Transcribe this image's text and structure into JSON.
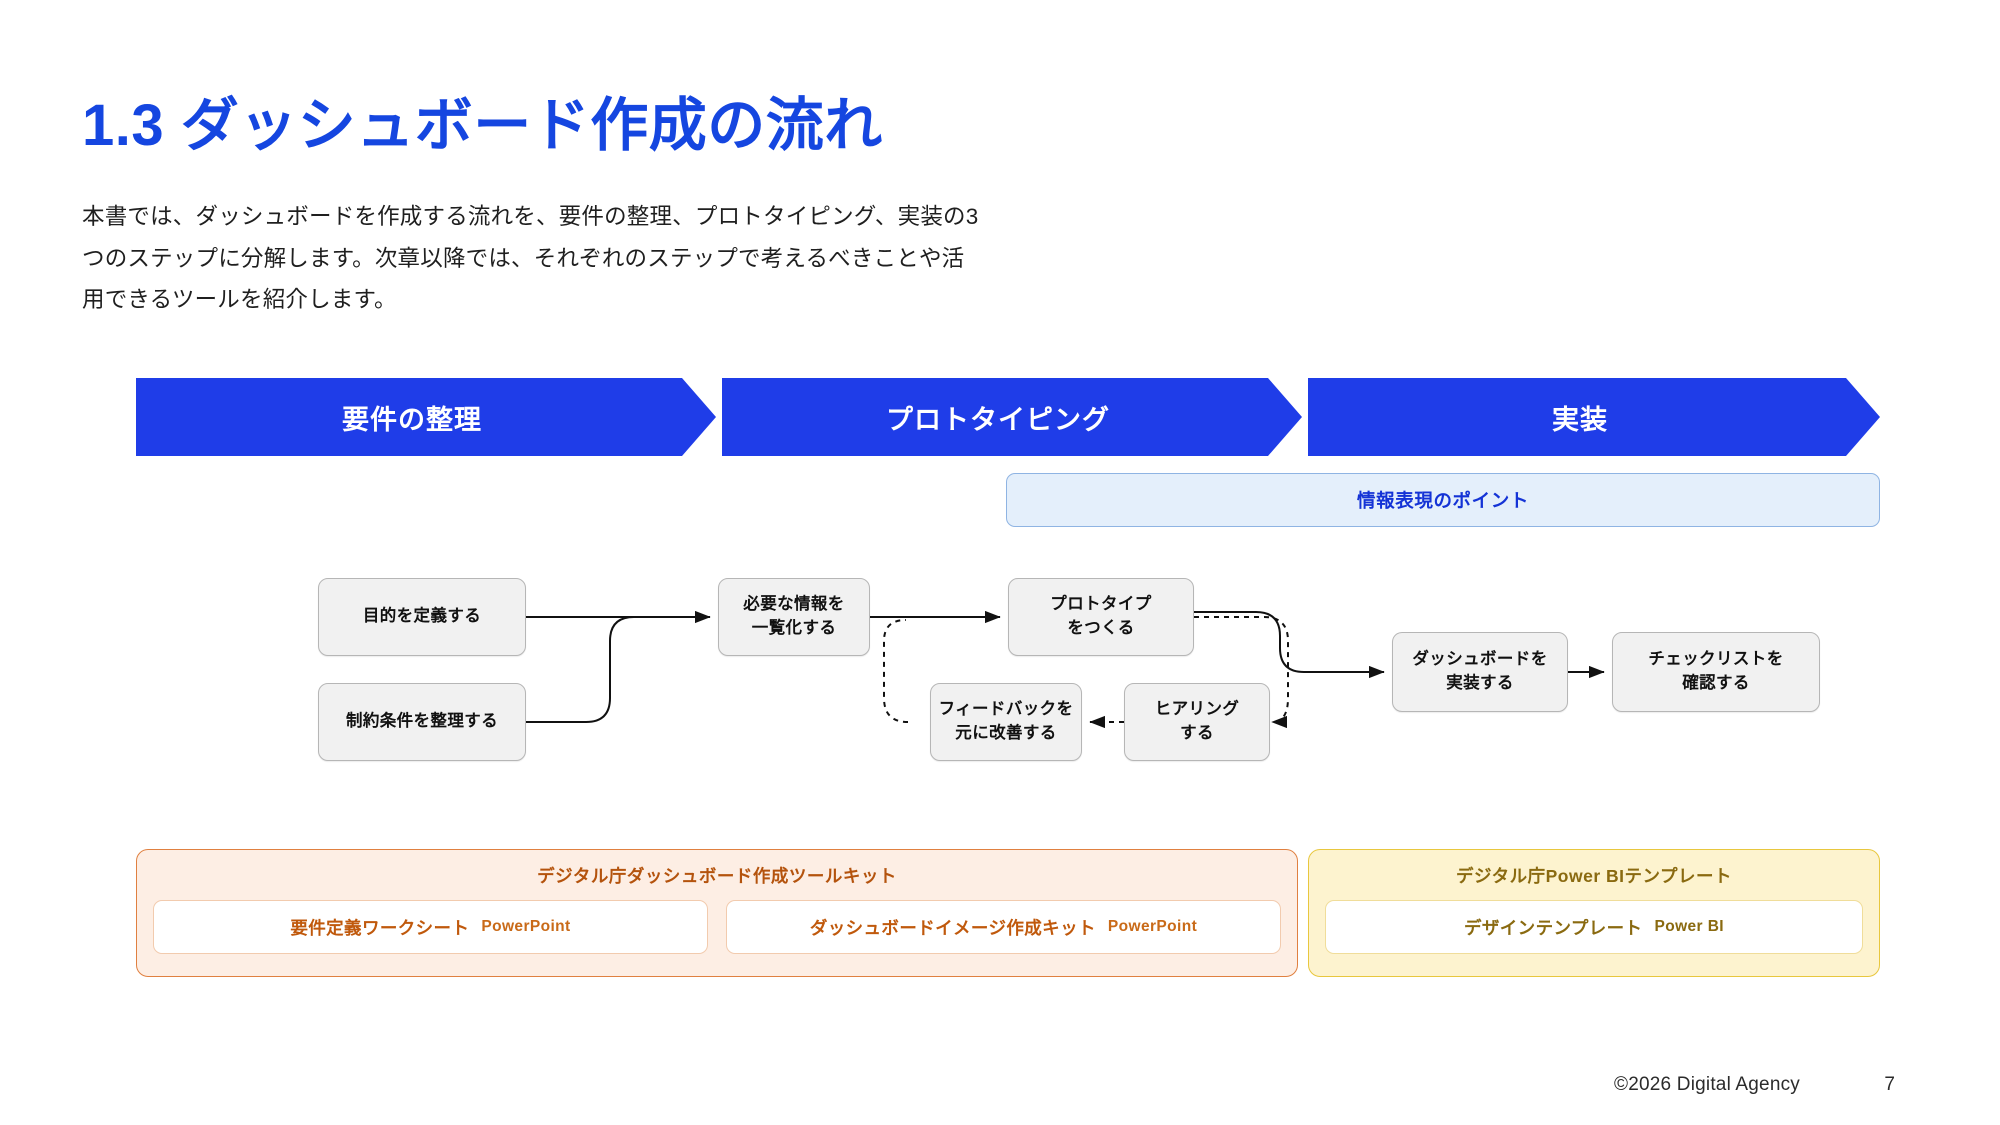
{
  "slide": {
    "title": "1.3 ダッシュボード作成の流れ",
    "lead": "本書では、ダッシュボードを作成する流れを、要件の整理、プロトタイピング、実装の3つのステップに分解します。次章以降では、それぞれのステップで考えるべきことや活用できるツールを紹介します。"
  },
  "steps": [
    {
      "label": "要件の整理"
    },
    {
      "label": "プロトタイピング"
    },
    {
      "label": "実装"
    }
  ],
  "info_bar": {
    "label": "情報表現のポイント"
  },
  "flow": {
    "nodes": [
      {
        "id": "purpose",
        "label": "目的を定義する"
      },
      {
        "id": "constraint",
        "label": "制約条件を整理する"
      },
      {
        "id": "list",
        "line1": "必要な情報を",
        "line2": "一覧化する"
      },
      {
        "id": "prototype",
        "line1": "プロトタイプ",
        "line2": "をつくる"
      },
      {
        "id": "feedback",
        "line1": "フィードバックを",
        "line2": "元に改善する"
      },
      {
        "id": "hearing",
        "line1": "ヒアリング",
        "line2": "する"
      },
      {
        "id": "implement",
        "line1": "ダッシュボードを",
        "line2": "実装する"
      },
      {
        "id": "checklist",
        "line1": "チェックリストを",
        "line2": "確認する"
      }
    ]
  },
  "cards": [
    {
      "title": "デジタル庁ダッシュボード作成ツールキット",
      "accent": "#e08040",
      "chips": [
        {
          "name": "要件定義ワークシート",
          "tool": "PowerPoint"
        },
        {
          "name": "ダッシュボードイメージ作成キット",
          "tool": "PowerPoint"
        }
      ]
    },
    {
      "title": "デジタル庁Power BIテンプレート",
      "accent": "#e8c73e",
      "chips": [
        {
          "name": "デザインテンプレート",
          "tool": "Power BI"
        }
      ]
    }
  ],
  "footer": {
    "copyright": "©2026 Digital Agency",
    "page_number": "7"
  },
  "colors": {
    "title_blue": "#1546e0",
    "chevron_blue": "#1f3de8",
    "info_bg": "#e4effb",
    "info_text": "#1433d6",
    "orange": "#e08040",
    "yellow": "#e8c73e"
  }
}
